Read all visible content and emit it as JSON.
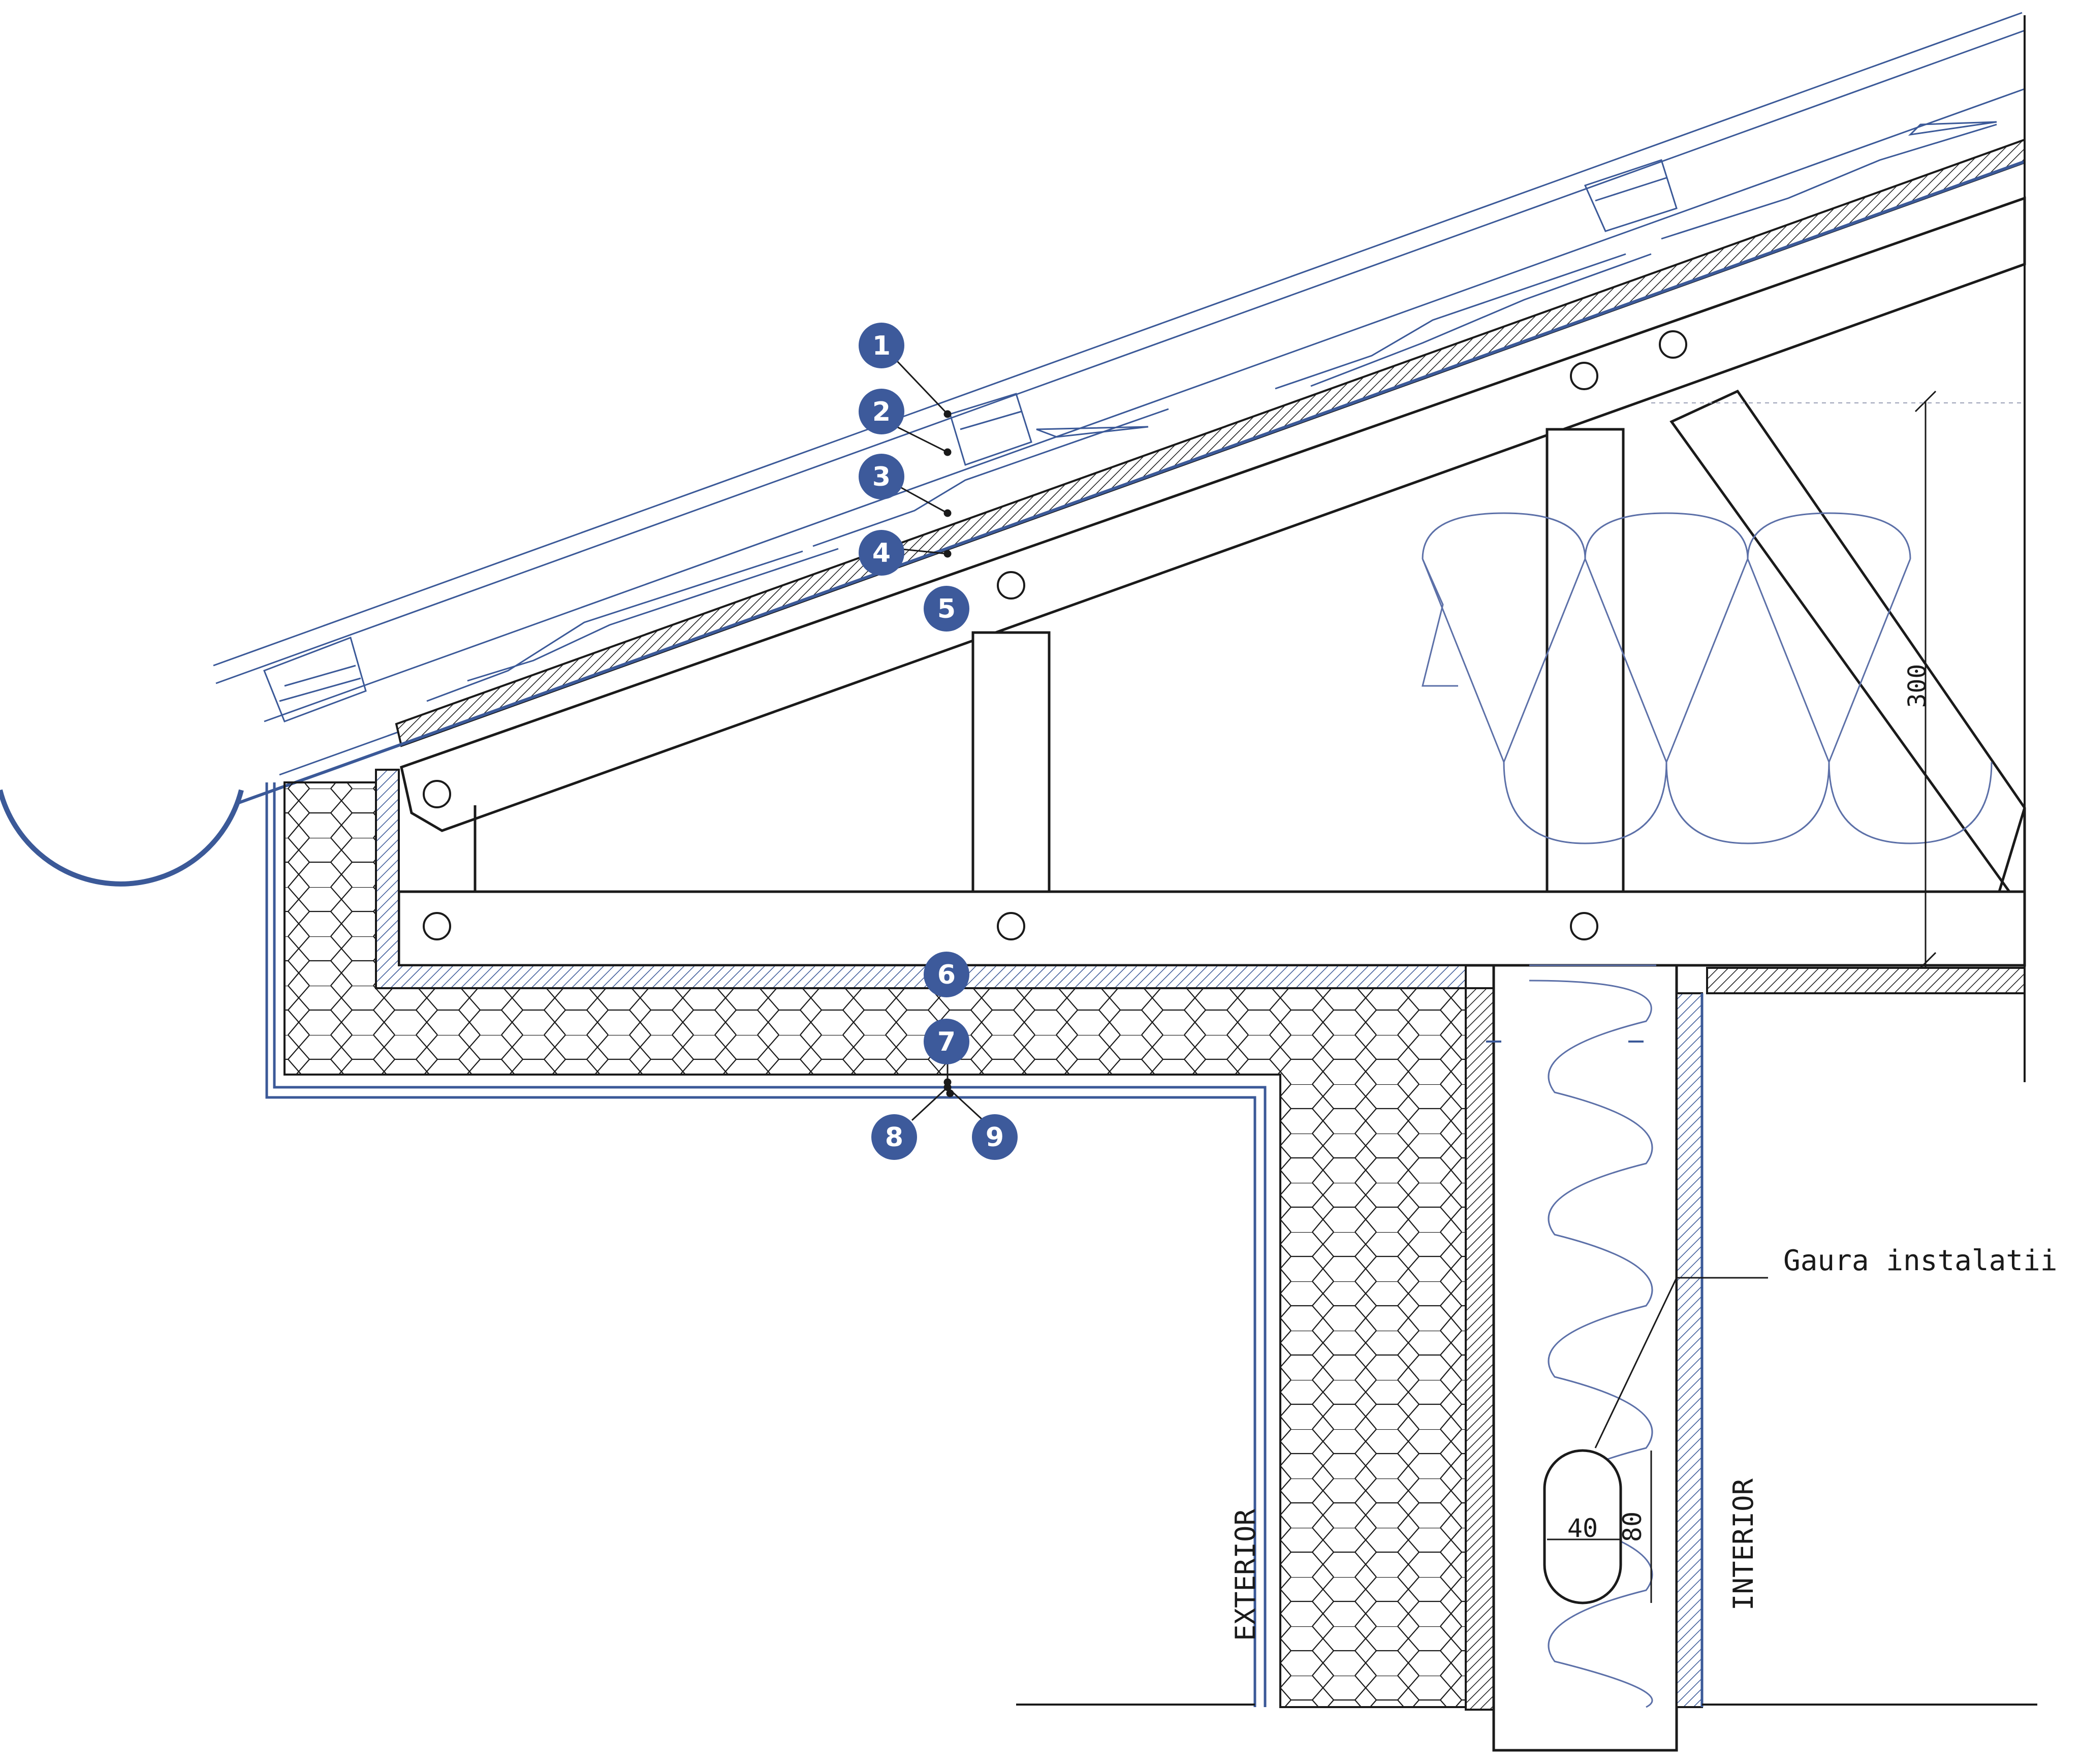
{
  "callouts": [
    {
      "label": "1"
    },
    {
      "label": "2"
    },
    {
      "label": "3"
    },
    {
      "label": "4"
    },
    {
      "label": "5"
    },
    {
      "label": "6"
    },
    {
      "label": "7"
    },
    {
      "label": "8"
    },
    {
      "label": "9"
    }
  ],
  "annotations": {
    "hole_label": "Gaura instalatii",
    "exterior": "EXTERIOR",
    "interior": "INTERIOR",
    "dim_truss_height": "300",
    "dim_hole_width": "40",
    "dim_hole_height": "80"
  },
  "colors": {
    "line": "#1a1a1a",
    "accent_blue": "#3b5998",
    "badge": "#3d5a9b",
    "thin_blue": "#5c70a8"
  }
}
